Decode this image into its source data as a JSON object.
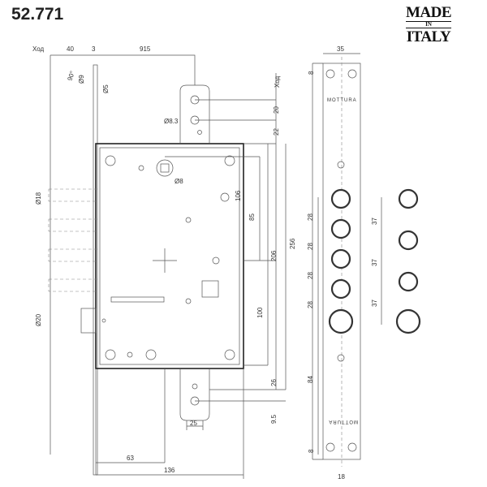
{
  "title": "52.771",
  "logo": {
    "line1": "MADE",
    "line2": "IN",
    "line3": "ITALY"
  },
  "brand_marks": [
    "MOTTURA",
    "MOTTURA"
  ],
  "labels": {
    "stroke_top": "Ход",
    "stroke_right": "Ход",
    "dim_40": "40",
    "dim_3": "3",
    "dim_915": "915",
    "angle_90": "90°",
    "dia_9": "Ø9",
    "dia_5": "Ø5",
    "dia_83": "Ø8.3",
    "dim_20": "20",
    "dim_22": "22",
    "dia_8": "Ø8",
    "dim_106": "106",
    "dim_85": "85",
    "dim_206": "206",
    "dim_256": "256",
    "dim_100": "100",
    "dim_26": "26",
    "dim_95": "9.5",
    "dim_25": "25",
    "dim_63": "63",
    "dim_136": "136",
    "dia_18": "Ø18",
    "dia_20": "Ø20",
    "dim_35": "35",
    "dim_8_top": "8",
    "dim_28_1": "28",
    "dim_28_2": "28",
    "dim_28_3": "28",
    "dim_28_4": "28",
    "dim_37_1": "37",
    "dim_37_2": "37",
    "dim_37_3": "37",
    "dim_84": "84",
    "dim_8_bottom": "8",
    "dim_18": "18"
  }
}
